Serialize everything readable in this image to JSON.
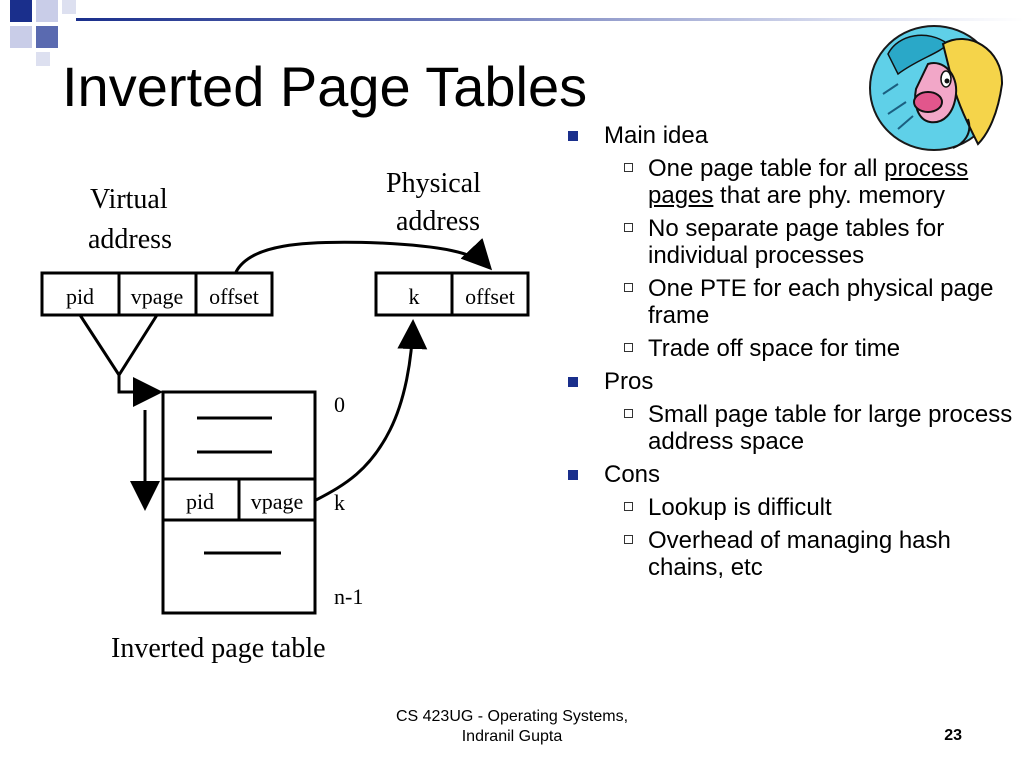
{
  "slide": {
    "title": "Inverted Page Tables",
    "footer_line1": "CS 423UG - Operating Systems,",
    "footer_line2": "Indranil Gupta",
    "page_number": "23"
  },
  "diagram": {
    "virtual_label_1": "Virtual",
    "virtual_label_2": "address",
    "physical_label_1": "Physical",
    "physical_label_2": "address",
    "virtual_fields": [
      "pid",
      "vpage",
      "offset"
    ],
    "physical_fields": [
      "k",
      "offset"
    ],
    "table_entry_fields": [
      "pid",
      "vpage"
    ],
    "index_labels": [
      "0",
      "k",
      "n-1"
    ],
    "table_caption": "Inverted page table"
  },
  "bullets": [
    {
      "text": "Main idea",
      "subs": [
        {
          "pre": "One page table for all ",
          "underline": "process pages",
          "post": " that are phy. memory"
        },
        {
          "pre": "No separate page tables for individual processes",
          "underline": "",
          "post": ""
        },
        {
          "pre": "One PTE for each physical page frame",
          "underline": "",
          "post": ""
        },
        {
          "pre": "Trade off space for time",
          "underline": "",
          "post": ""
        }
      ]
    },
    {
      "text": "Pros",
      "subs": [
        {
          "pre": "Small page table for large process address space",
          "underline": "",
          "post": ""
        }
      ]
    },
    {
      "text": "Cons",
      "subs": [
        {
          "pre": "Lookup is difficult",
          "underline": "",
          "post": ""
        },
        {
          "pre": "Overhead of managing hash chains, etc",
          "underline": "",
          "post": ""
        }
      ]
    }
  ]
}
